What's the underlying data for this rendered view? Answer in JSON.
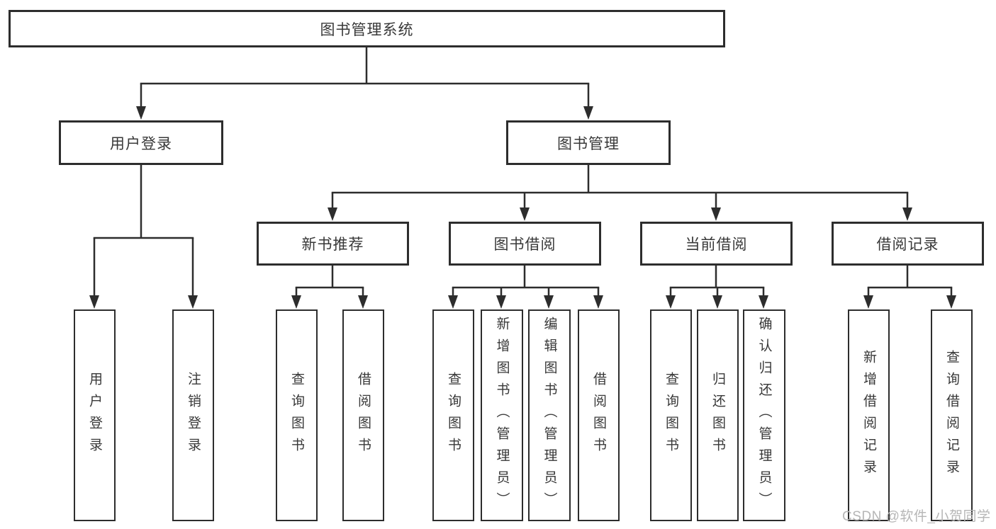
{
  "tree": {
    "label": "图书管理系统",
    "children": [
      {
        "label": "用户登录",
        "children": [
          {
            "label": "用户登录"
          },
          {
            "label": "注销登录"
          }
        ]
      },
      {
        "label": "图书管理",
        "children": [
          {
            "label": "新书推荐",
            "children": [
              {
                "label": "查询图书"
              },
              {
                "label": "借阅图书"
              }
            ]
          },
          {
            "label": "图书借阅",
            "children": [
              {
                "label": "查询图书"
              },
              {
                "label": "新增图书（管理员）"
              },
              {
                "label": "编辑图书（管理员）"
              },
              {
                "label": "借阅图书"
              }
            ]
          },
          {
            "label": "当前借阅",
            "children": [
              {
                "label": "查询图书"
              },
              {
                "label": "归还图书"
              },
              {
                "label": "确认归还（管理员）"
              }
            ]
          },
          {
            "label": "借阅记录",
            "children": [
              {
                "label": "新增借阅记录"
              },
              {
                "label": "查询借阅记录"
              }
            ]
          }
        ]
      }
    ]
  },
  "watermark": "CSDN @软件_小贺同学",
  "colors": {
    "line": "#2d2d2d",
    "text": "#383838",
    "watermark": "#b6b6b6",
    "box_background": "#ffffff"
  }
}
